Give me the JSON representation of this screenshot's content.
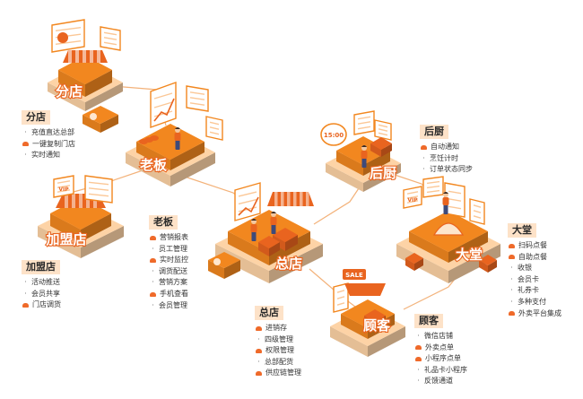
{
  "colors": {
    "accent": "#f2871f",
    "dark_orange": "#e9641f",
    "light_orange": "#fdd3a6",
    "pale": "#fde2c8",
    "line": "#f3b27a"
  },
  "nodes": [
    {
      "id": "fendian",
      "label": "分店"
    },
    {
      "id": "laoban",
      "label": "老板"
    },
    {
      "id": "jiamengdian",
      "label": "加盟店"
    },
    {
      "id": "zongdian",
      "label": "总店"
    },
    {
      "id": "houchu",
      "label": "后厨"
    },
    {
      "id": "guke",
      "label": "顾客"
    },
    {
      "id": "datang",
      "label": "大堂"
    }
  ],
  "sale_sign": "SALE",
  "clock": "15:00",
  "legends": {
    "fendian": {
      "title": "分店",
      "items": [
        {
          "text": "充值直达总部",
          "mark": "dot"
        },
        {
          "text": "一键复制门店",
          "mark": "hot"
        },
        {
          "text": "实时通知",
          "mark": "dot"
        }
      ]
    },
    "laoban": {
      "title": "老板",
      "items": [
        {
          "text": "营销报表",
          "mark": "hot"
        },
        {
          "text": "员工管理",
          "mark": "dot"
        },
        {
          "text": "实时监控",
          "mark": "hot"
        },
        {
          "text": "调货配送",
          "mark": "dot"
        },
        {
          "text": "营销方案",
          "mark": "dot"
        },
        {
          "text": "手机查看",
          "mark": "hot"
        },
        {
          "text": "会员管理",
          "mark": "dot"
        }
      ]
    },
    "jiamengdian": {
      "title": "加盟店",
      "items": [
        {
          "text": "活动推送",
          "mark": "dot"
        },
        {
          "text": "会员共享",
          "mark": "dot"
        },
        {
          "text": "门店调货",
          "mark": "hot"
        }
      ]
    },
    "zongdian": {
      "title": "总店",
      "items": [
        {
          "text": "进销存",
          "mark": "hot"
        },
        {
          "text": "四级管理",
          "mark": "dot"
        },
        {
          "text": "权限管理",
          "mark": "hot"
        },
        {
          "text": "总部配货",
          "mark": "dot"
        },
        {
          "text": "供应链管理",
          "mark": "hot"
        }
      ]
    },
    "houchu": {
      "title": "后厨",
      "items": [
        {
          "text": "自动通知",
          "mark": "hot"
        },
        {
          "text": "烹饪计时",
          "mark": "dot"
        },
        {
          "text": "订单状态同步",
          "mark": "dot"
        }
      ]
    },
    "guke": {
      "title": "顾客",
      "items": [
        {
          "text": "微信店铺",
          "mark": "dot"
        },
        {
          "text": "外卖点单",
          "mark": "hot"
        },
        {
          "text": "小程序点单",
          "mark": "hot"
        },
        {
          "text": "礼品卡小程序",
          "mark": "dot"
        },
        {
          "text": "反馈通道",
          "mark": "dot"
        }
      ]
    },
    "datang": {
      "title": "大堂",
      "items": [
        {
          "text": "扫码点餐",
          "mark": "hot"
        },
        {
          "text": "自助点餐",
          "mark": "hot"
        },
        {
          "text": "收银",
          "mark": "dot"
        },
        {
          "text": "会员卡",
          "mark": "dot"
        },
        {
          "text": "礼券卡",
          "mark": "dot"
        },
        {
          "text": "多种支付",
          "mark": "dot"
        },
        {
          "text": "外卖平台集成",
          "mark": "hot"
        }
      ]
    }
  }
}
